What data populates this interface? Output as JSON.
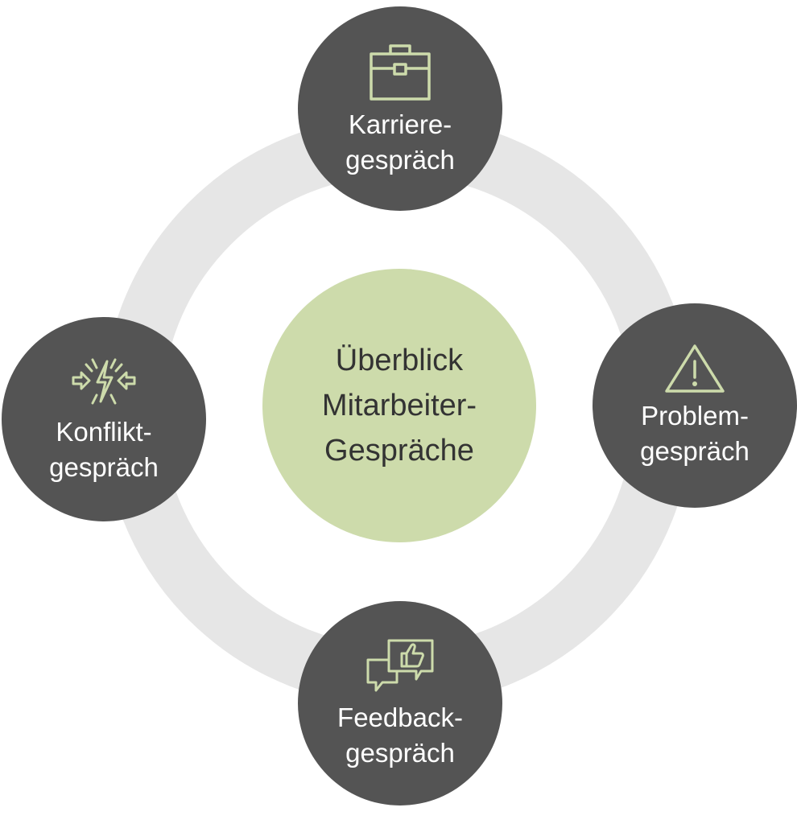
{
  "colors": {
    "ring": "#e6e6e6",
    "node_fill": "#545454",
    "center_fill": "#cddbab",
    "icon_stroke": "#cddbab",
    "node_text": "#ffffff",
    "center_text": "#333333"
  },
  "center": {
    "line1": "Überblick",
    "line2": "Mitarbeiter-",
    "line3": "Gespräche"
  },
  "nodes": {
    "karriere": {
      "icon": "briefcase-icon",
      "line1": "Karriere-",
      "line2": "gespräch"
    },
    "problem": {
      "icon": "warning-icon",
      "line1": "Problem-",
      "line2": "gespräch"
    },
    "feedback": {
      "icon": "thumbs-up-chat-icon",
      "line1": "Feedback-",
      "line2": "gespräch"
    },
    "konflikt": {
      "icon": "conflict-lightning-icon",
      "line1": "Konflikt-",
      "line2": "gespräch"
    }
  }
}
